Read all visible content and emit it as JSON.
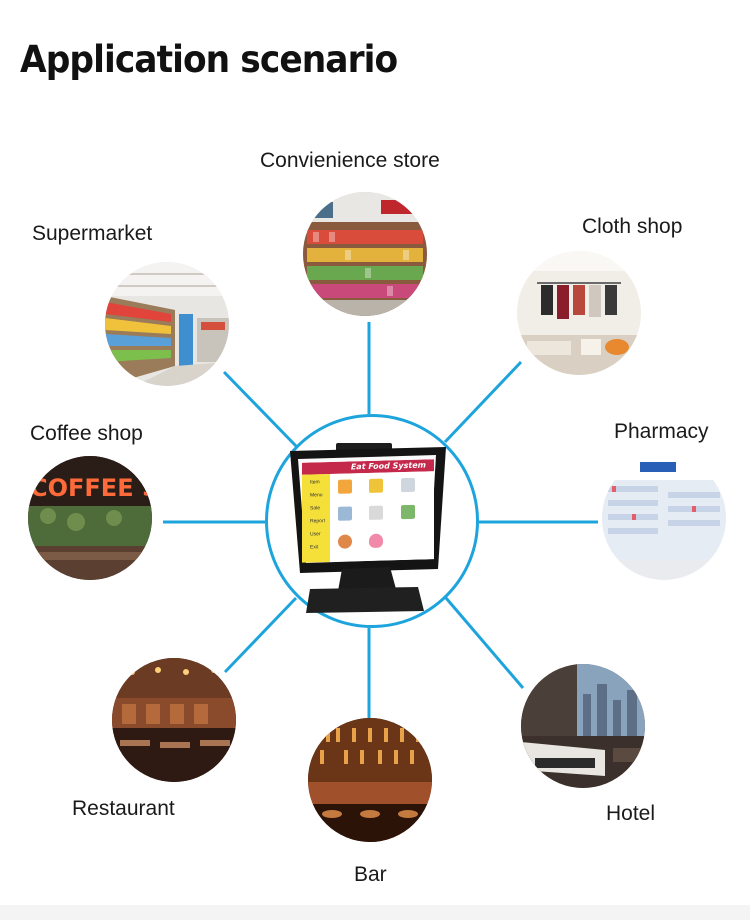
{
  "title": "Application scenario",
  "accent_color": "#1ea4dc",
  "scenarios": [
    {
      "id": "convenience-store",
      "label": "Convienience store"
    },
    {
      "id": "supermarket",
      "label": "Supermarket"
    },
    {
      "id": "cloth-shop",
      "label": "Cloth shop"
    },
    {
      "id": "coffee-shop",
      "label": "Coffee shop"
    },
    {
      "id": "pharmacy",
      "label": "Pharmacy"
    },
    {
      "id": "restaurant",
      "label": "Restaurant"
    },
    {
      "id": "bar",
      "label": "Bar"
    },
    {
      "id": "hotel",
      "label": "Hotel"
    }
  ],
  "pos_screen": {
    "header": "Eat Food System",
    "menu_items": [
      "Item",
      "Menu",
      "Sale",
      "Report",
      "User",
      "Exit"
    ]
  }
}
